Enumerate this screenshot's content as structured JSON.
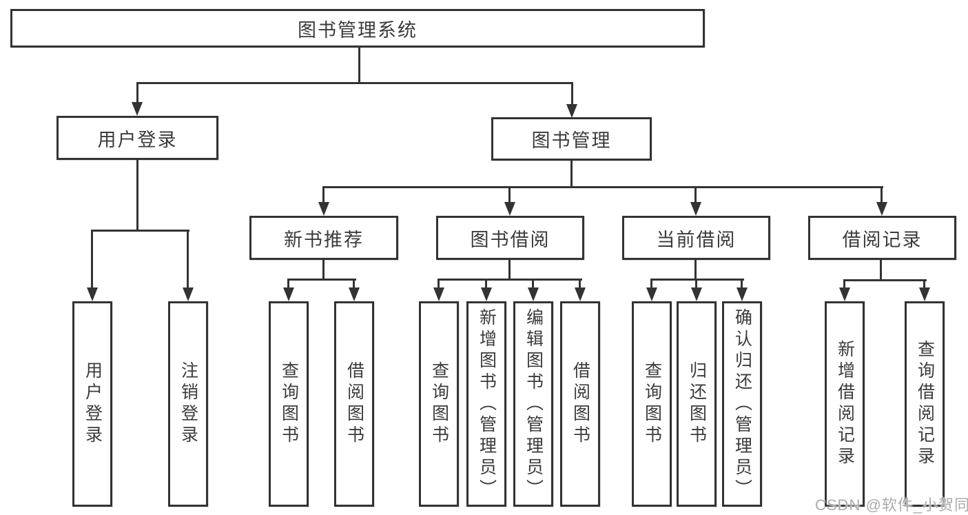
{
  "diagram": {
    "title": "图书管理系统",
    "level2": [
      "用户登录",
      "图书管理"
    ],
    "level3": [
      "新书推荐",
      "图书借阅",
      "当前借阅",
      "借阅记录"
    ],
    "leaves": {
      "user_login": [
        "用户登录",
        "注销登录"
      ],
      "new_book_recommend": [
        "查询图书",
        "借阅图书"
      ],
      "book_borrow": [
        "查询图书",
        "新增图书（管理员）",
        "编辑图书（管理员）",
        "借阅图书"
      ],
      "current_borrow": [
        "查询图书",
        "归还图书",
        "确认归还（管理员）"
      ],
      "borrow_record": [
        "新增借阅记录",
        "查询借阅记录"
      ]
    },
    "watermark": "CSDN @软件_小贺同学",
    "colors": {
      "line": "#333333",
      "text": "#3b3b3b",
      "background": "#ffffff",
      "watermark": "#ababab"
    }
  }
}
